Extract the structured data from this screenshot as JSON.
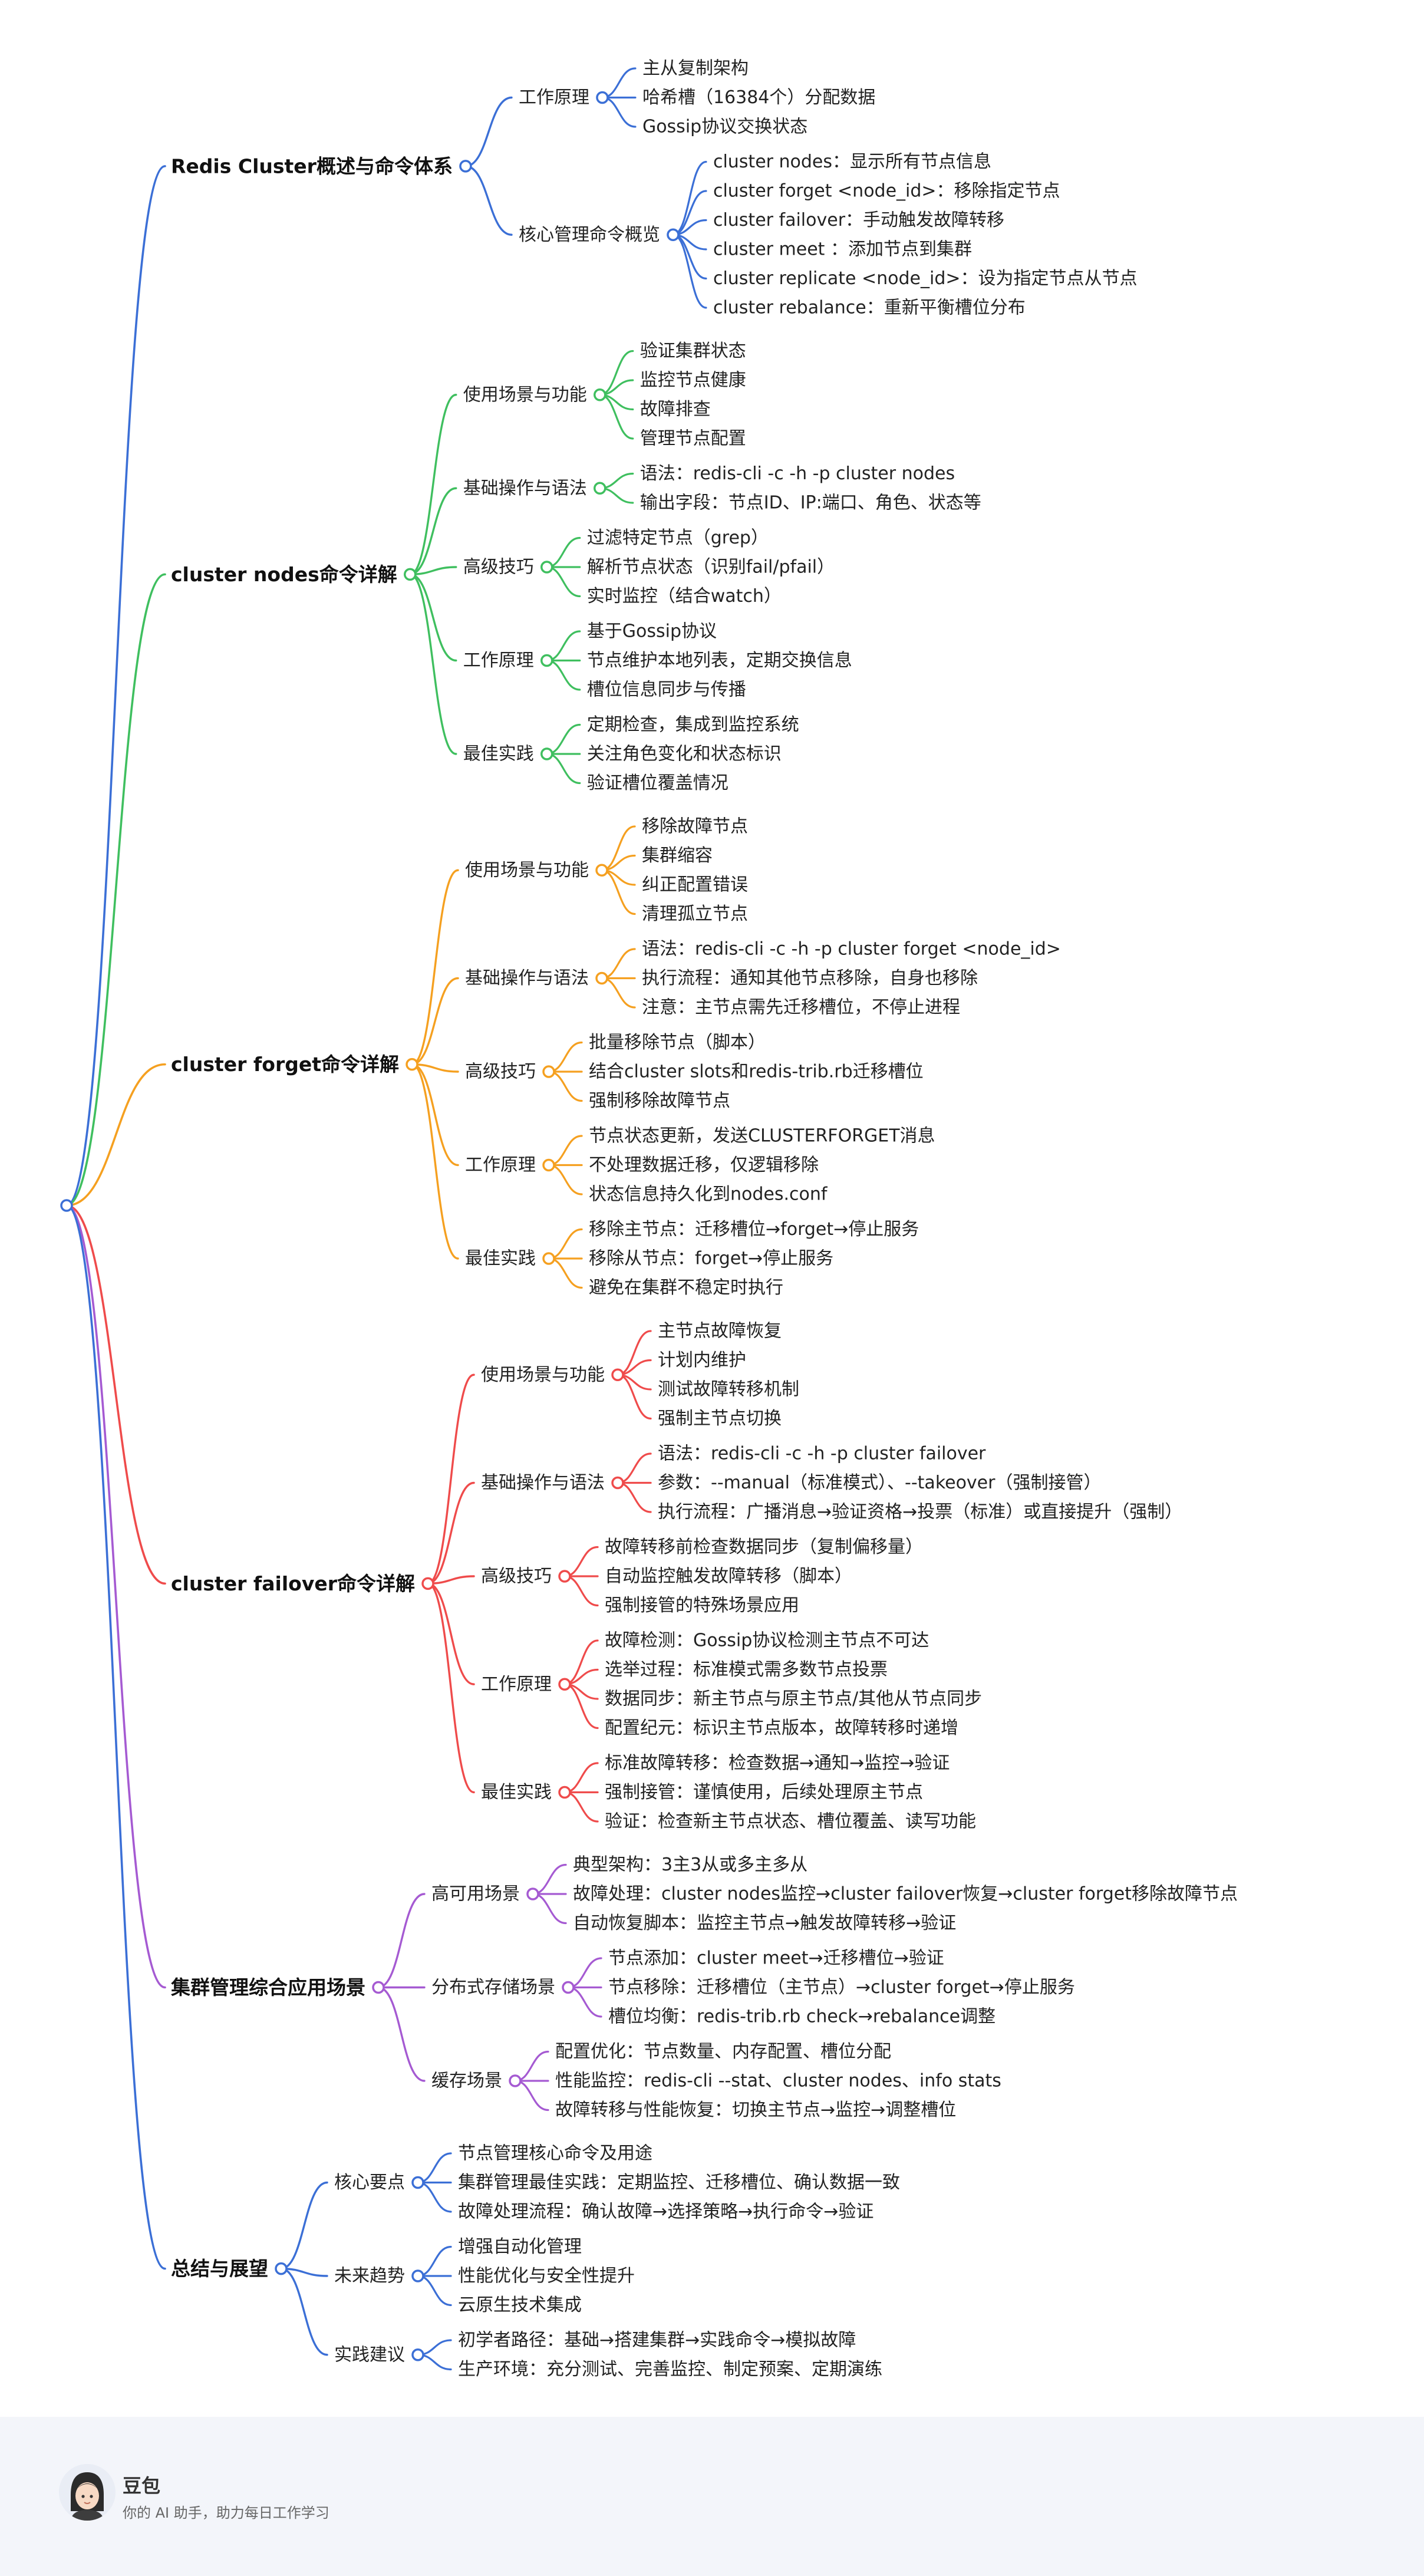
{
  "colors": {
    "root": "#3b6fd6"
  },
  "mindmap": {
    "sections": [
      {
        "label": "Redis Cluster概述与命令体系",
        "color": "#3b6fd6",
        "children": [
          {
            "label": "工作原理",
            "leaves": [
              "主从复制架构",
              "哈希槽（16384个）分配数据",
              "Gossip协议交换状态"
            ]
          },
          {
            "label": "核心管理命令概览",
            "leaves": [
              "cluster nodes：显示所有节点信息",
              "cluster forget <node_id>：移除指定节点",
              "cluster failover：手动触发故障转移",
              "cluster meet ：添加节点到集群",
              "cluster replicate <node_id>：设为指定节点从节点",
              "cluster rebalance：重新平衡槽位分布"
            ]
          }
        ]
      },
      {
        "label": "cluster nodes命令详解",
        "color": "#3fbf5f",
        "children": [
          {
            "label": "使用场景与功能",
            "leaves": [
              "验证集群状态",
              "监控节点健康",
              "故障排查",
              "管理节点配置"
            ]
          },
          {
            "label": "基础操作与语法",
            "leaves": [
              "语法：redis-cli -c -h -p cluster nodes",
              "输出字段：节点ID、IP:端口、角色、状态等"
            ]
          },
          {
            "label": "高级技巧",
            "leaves": [
              "过滤特定节点（grep）",
              "解析节点状态（识别fail/pfail）",
              "实时监控（结合watch）"
            ]
          },
          {
            "label": "工作原理",
            "leaves": [
              "基于Gossip协议",
              "节点维护本地列表，定期交换信息",
              "槽位信息同步与传播"
            ]
          },
          {
            "label": "最佳实践",
            "leaves": [
              "定期检查，集成到监控系统",
              "关注角色变化和状态标识",
              "验证槽位覆盖情况"
            ]
          }
        ]
      },
      {
        "label": "cluster forget命令详解",
        "color": "#f5a020",
        "children": [
          {
            "label": "使用场景与功能",
            "leaves": [
              "移除故障节点",
              "集群缩容",
              "纠正配置错误",
              "清理孤立节点"
            ]
          },
          {
            "label": "基础操作与语法",
            "leaves": [
              "语法：redis-cli -c -h -p cluster forget <node_id>",
              "执行流程：通知其他节点移除，自身也移除",
              "注意：主节点需先迁移槽位，不停止进程"
            ]
          },
          {
            "label": "高级技巧",
            "leaves": [
              "批量移除节点（脚本）",
              "结合cluster slots和redis-trib.rb迁移槽位",
              "强制移除故障节点"
            ]
          },
          {
            "label": "工作原理",
            "leaves": [
              "节点状态更新，发送CLUSTERFORGET消息",
              "不处理数据迁移，仅逻辑移除",
              "状态信息持久化到nodes.conf"
            ]
          },
          {
            "label": "最佳实践",
            "leaves": [
              "移除主节点：迁移槽位→forget→停止服务",
              "移除从节点：forget→停止服务",
              "避免在集群不稳定时执行"
            ]
          }
        ]
      },
      {
        "label": "cluster failover命令详解",
        "color": "#ef4b4b",
        "children": [
          {
            "label": "使用场景与功能",
            "leaves": [
              "主节点故障恢复",
              "计划内维护",
              "测试故障转移机制",
              "强制主节点切换"
            ]
          },
          {
            "label": "基础操作与语法",
            "leaves": [
              "语法：redis-cli -c -h -p cluster failover",
              "参数：--manual（标准模式）、--takeover（强制接管）",
              "执行流程：广播消息→验证资格→投票（标准）或直接提升（强制）"
            ]
          },
          {
            "label": "高级技巧",
            "leaves": [
              "故障转移前检查数据同步（复制偏移量）",
              "自动监控触发故障转移（脚本）",
              "强制接管的特殊场景应用"
            ]
          },
          {
            "label": "工作原理",
            "leaves": [
              "故障检测：Gossip协议检测主节点不可达",
              "选举过程：标准模式需多数节点投票",
              "数据同步：新主节点与原主节点/其他从节点同步",
              "配置纪元：标识主节点版本，故障转移时递增"
            ]
          },
          {
            "label": "最佳实践",
            "leaves": [
              "标准故障转移：检查数据→通知→监控→验证",
              "强制接管：谨慎使用，后续处理原主节点",
              "验证：检查新主节点状态、槽位覆盖、读写功能"
            ]
          }
        ]
      },
      {
        "label": "集群管理综合应用场景",
        "color": "#a55ad2",
        "children": [
          {
            "label": "高可用场景",
            "leaves": [
              "典型架构：3主3从或多主多从",
              "故障处理：cluster nodes监控→cluster failover恢复→cluster forget移除故障节点",
              "自动恢复脚本：监控主节点→触发故障转移→验证"
            ]
          },
          {
            "label": "分布式存储场景",
            "leaves": [
              "节点添加：cluster meet→迁移槽位→验证",
              "节点移除：迁移槽位（主节点）→cluster forget→停止服务",
              "槽位均衡：redis-trib.rb check→rebalance调整"
            ]
          },
          {
            "label": "缓存场景",
            "leaves": [
              "配置优化：节点数量、内存配置、槽位分配",
              "性能监控：redis-cli --stat、cluster nodes、info stats",
              "故障转移与性能恢复：切换主节点→监控→调整槽位"
            ]
          }
        ]
      },
      {
        "label": "总结与展望",
        "color": "#3b6fd6",
        "children": [
          {
            "label": "核心要点",
            "leaves": [
              "节点管理核心命令及用途",
              "集群管理最佳实践：定期监控、迁移槽位、确认数据一致",
              "故障处理流程：确认故障→选择策略→执行命令→验证"
            ]
          },
          {
            "label": "未来趋势",
            "leaves": [
              "增强自动化管理",
              "性能优化与安全性提升",
              "云原生技术集成"
            ]
          },
          {
            "label": "实践建议",
            "leaves": [
              "初学者路径：基础→搭建集群→实践命令→模拟故障",
              "生产环境：充分测试、完善监控、制定预案、定期演练"
            ]
          }
        ]
      }
    ]
  },
  "footer": {
    "brand_name": "豆包",
    "slogan": "你的 AI 助手，助力每日工作学习",
    "avatar_icon": "assistant-avatar-icon"
  }
}
